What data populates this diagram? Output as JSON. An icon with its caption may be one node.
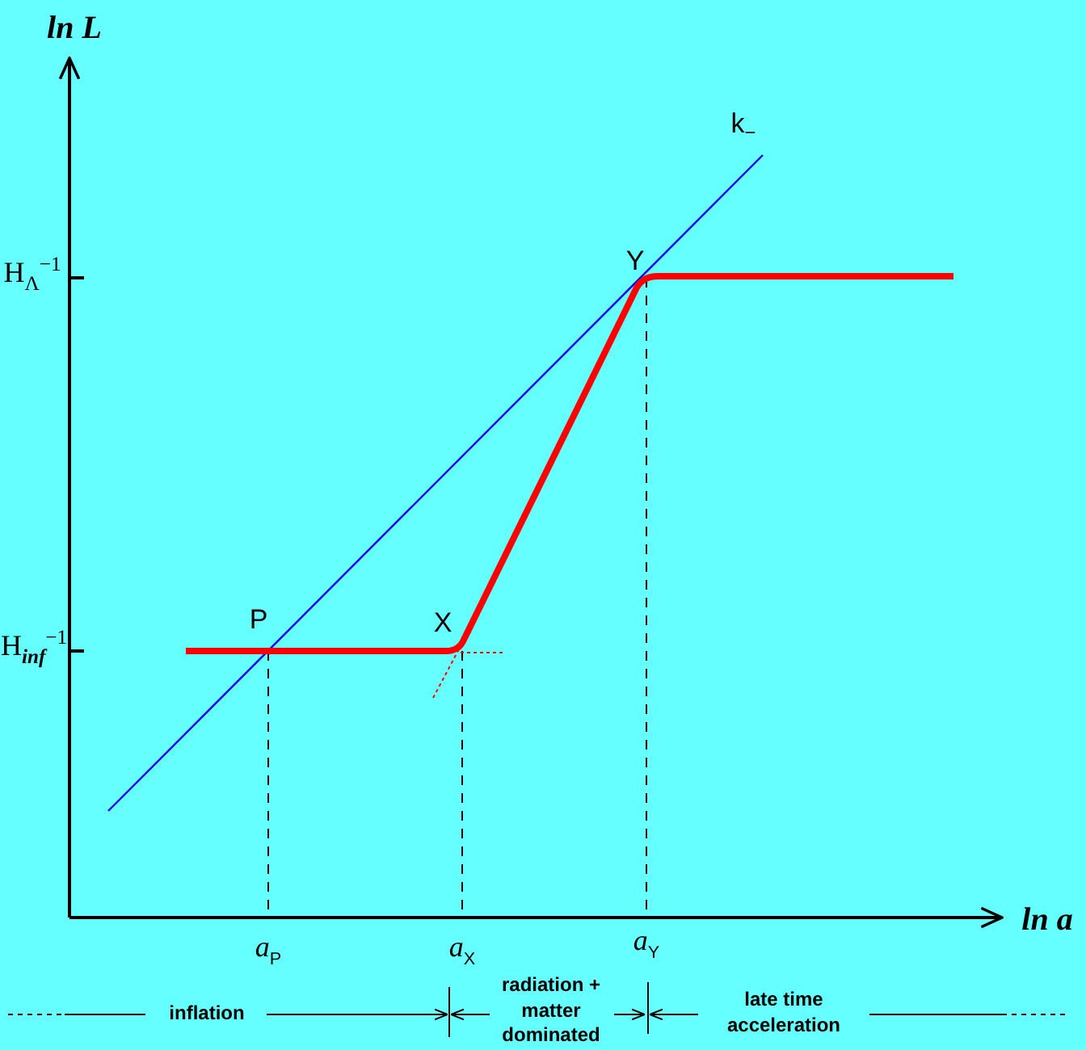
{
  "diagram": {
    "labels": [
      "ln L",
      "k$_{−}$",
      "H$_{Λ}$$^{−1}$",
      "Y",
      "P",
      "X",
      "H$_{inf}$$^{−1}$",
      "ln a",
      "*a*$_{P}$",
      "*a*$_{X}$",
      "*a*$_{Y}$",
      "inflation",
      "radiation + matter dominated",
      "late time acceleration"
    ]
  }
}
